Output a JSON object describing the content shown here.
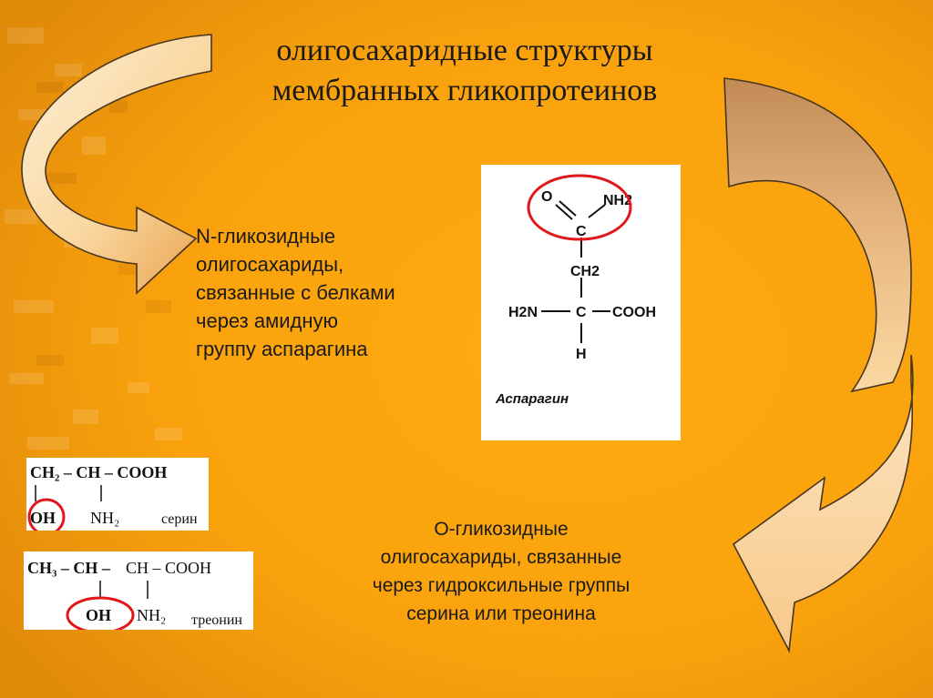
{
  "title": {
    "line1": "олигосахаридные структуры",
    "line2": "мембранных гликопротеинов"
  },
  "n_block": {
    "lines": [
      "N-гликозидные",
      "олигосахариды,",
      "связанные с белками",
      "через амидную",
      "группу аспарагина"
    ]
  },
  "o_block": {
    "lines": [
      "О-гликозидные",
      "олигосахариды, связанные",
      "через гидроксильные группы",
      "серина или треонина"
    ]
  },
  "asparagine": {
    "o": "O",
    "nh2_top": "NH2",
    "c_top": "C",
    "ch2": "CH2",
    "h2n": "H2N",
    "c_mid": "C",
    "cooh": "COOH",
    "h": "H",
    "caption": "Аспарагин"
  },
  "serine": {
    "row1": "CH₂ – CH – COOH",
    "oh": "OH",
    "nh2": "NH₂",
    "label": "серин"
  },
  "threonine": {
    "row1_left": "CH₃ – CH –",
    "row1_right": "CH – COOH",
    "oh": "OH",
    "nh2": "NH₂",
    "label": "треонин"
  },
  "colors": {
    "background": "#f7a10c",
    "arrow_fill": "#fbd9a1",
    "highlight_circle": "#e0181b"
  }
}
